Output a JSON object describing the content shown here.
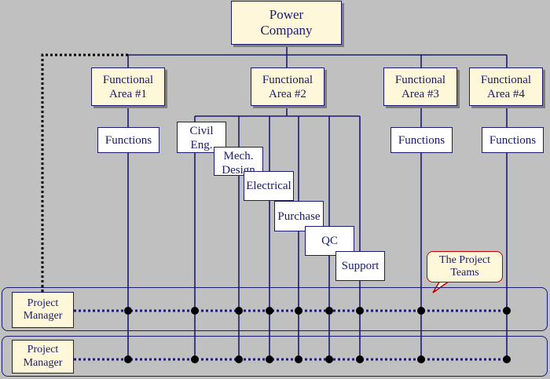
{
  "company": "Power\nCompany",
  "functional_areas": [
    "Functional\nArea #1",
    "Functional\nArea #2",
    "Functional\nArea #3",
    "Functional\nArea #4"
  ],
  "functions_label": "Functions",
  "disciplines": [
    "Civil\nEng.",
    "Mech.\nDesign",
    "Electrical",
    "Purchase",
    "QC",
    "Support"
  ],
  "project_manager": "Project\nManager",
  "callout": "The Project\nTeams",
  "colors": {
    "background": "#c0c0c0",
    "line": "#1a1a6e",
    "cream": "#fff7d9",
    "callout_border": "#c00000",
    "dot": "#000000"
  }
}
